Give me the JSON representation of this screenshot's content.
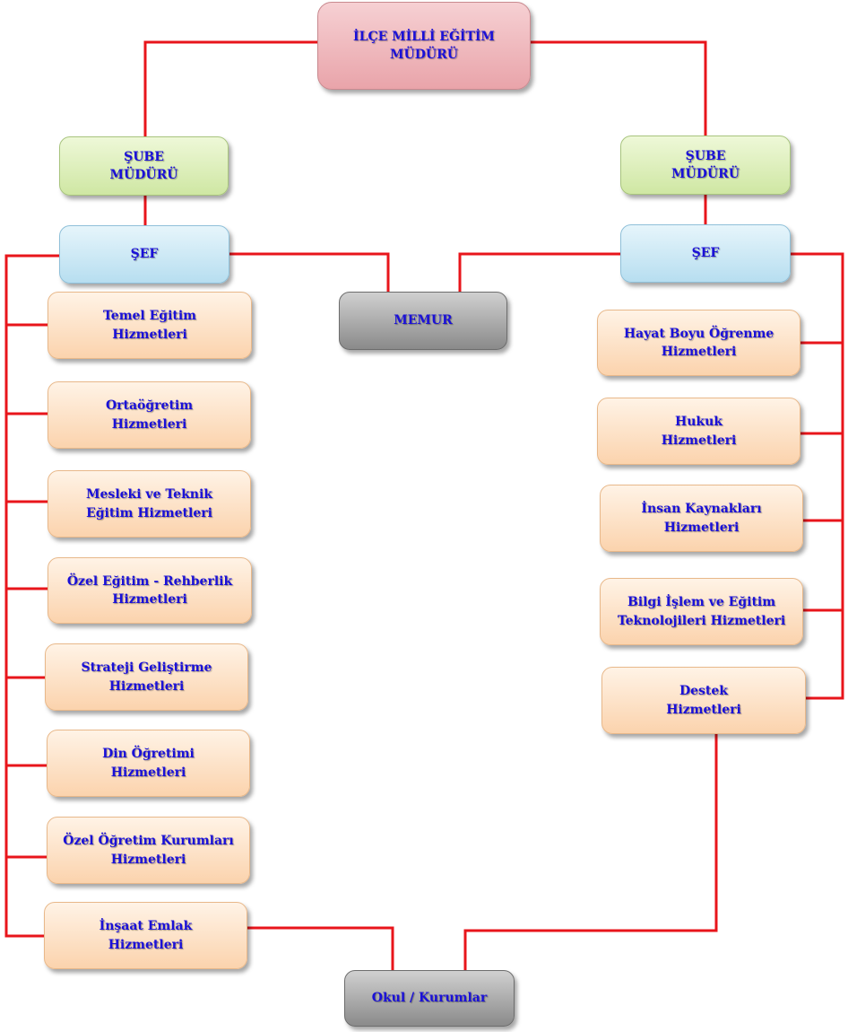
{
  "director": "İLÇE MİLLİ EĞİTİM\nMÜDÜRÜ",
  "left_manager": "ŞUBE\nMÜDÜRÜ",
  "right_manager": "ŞUBE\nMÜDÜRÜ",
  "left_chief": "ŞEF",
  "right_chief": "ŞEF",
  "memur": "MEMUR",
  "left_services": [
    "Temel Eğitim\nHizmetleri",
    "Ortaöğretim\nHizmetleri",
    "Mesleki ve Teknik\nEğitim Hizmetleri",
    "Özel Eğitim - Rehberlik\nHizmetleri",
    "Strateji Geliştirme\nHizmetleri",
    "Din Öğretimi\nHizmetleri",
    "Özel Öğretim Kurumları\nHizmetleri",
    "İnşaat Emlak\nHizmetleri"
  ],
  "right_services": [
    "Hayat Boyu Öğrenme\nHizmetleri",
    "Hukuk\nHizmetleri",
    "İnsan Kaynakları\nHizmetleri",
    "Bilgi İşlem ve Eğitim\nTeknolojileri Hizmetleri",
    "Destek\nHizmetleri"
  ],
  "institutions": "Okul / Kurumlar",
  "colors": {
    "connector": "#e8151b",
    "text": "#1a10d8"
  }
}
